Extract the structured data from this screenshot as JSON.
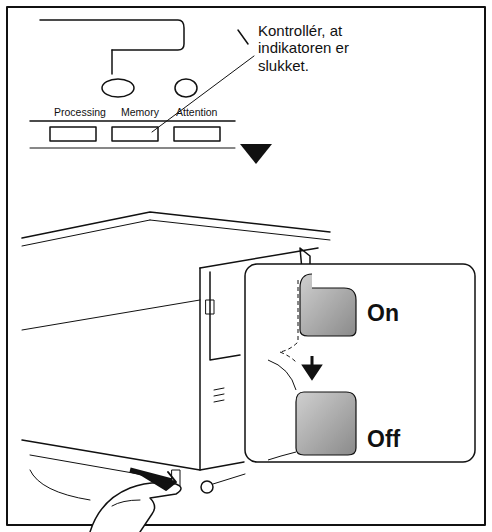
{
  "diagram": {
    "nodes": [
      {
        "text": [
          "On",
          "Off"
        ]
      }
    ],
    "labels": [
      "Processing",
      "Memory",
      "Attention",
      "Kontrollér, at indikatoren er slukket."
    ]
  }
}
